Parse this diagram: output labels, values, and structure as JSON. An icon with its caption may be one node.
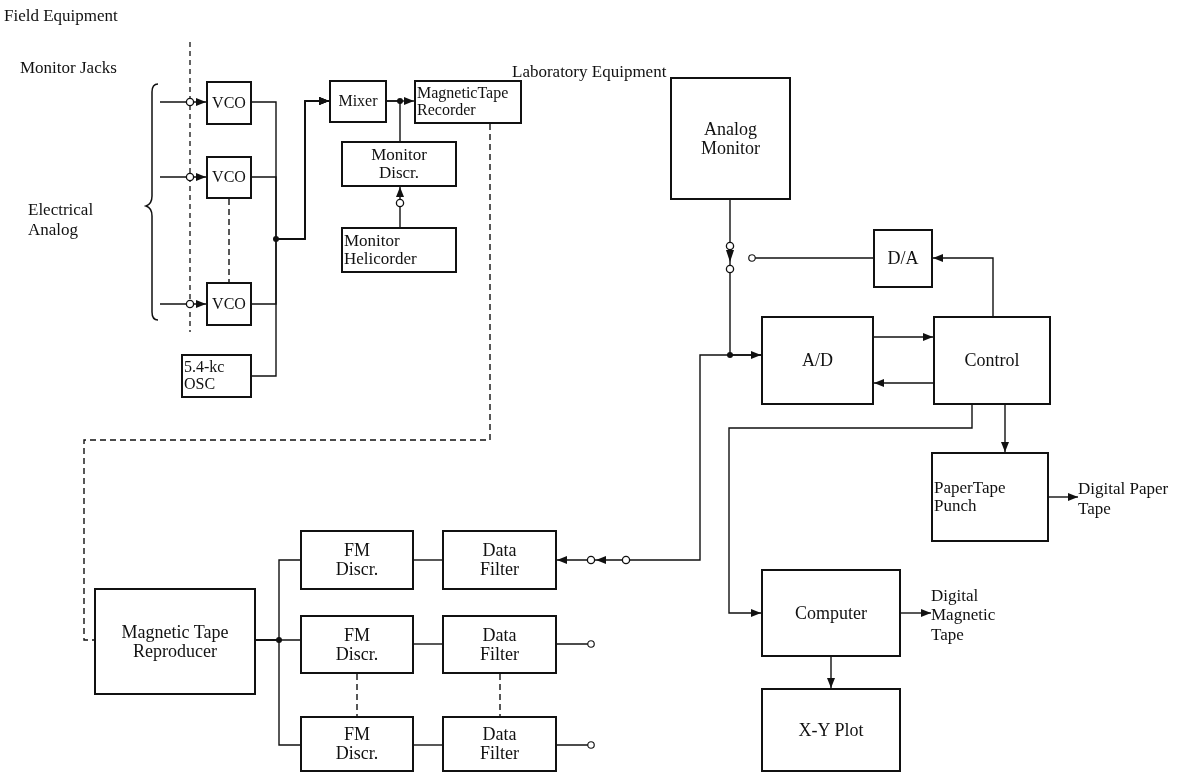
{
  "diagram": {
    "nodes": [
      {
        "text": [
          "VCO"
        ]
      },
      {
        "text": [
          "VCO"
        ]
      },
      {
        "text": [
          "VCO"
        ]
      },
      {
        "text": [
          "5.4-kc OSC"
        ]
      },
      {
        "text": [
          "Mixer"
        ]
      },
      {
        "text": [
          "MagneticTape Recorder"
        ]
      },
      {
        "text": [
          "Monitor Discr."
        ]
      },
      {
        "text": [
          "Monitor Helicorder"
        ]
      },
      {
        "text": [
          "Analog Monitor"
        ]
      },
      {
        "text": [
          "D/A"
        ]
      },
      {
        "text": [
          "A/D"
        ]
      },
      {
        "text": [
          "Control"
        ]
      },
      {
        "text": [
          "PaperTape Punch"
        ]
      },
      {
        "text": [
          "Digital Paper Tape"
        ]
      },
      {
        "text": [
          "Computer"
        ]
      },
      {
        "text": [
          "Digital Magnetic Tape"
        ]
      },
      {
        "text": [
          "X-Y Plot"
        ]
      },
      {
        "text": [
          "Magnetic Tape Reproducer"
        ]
      },
      {
        "text": [
          "FM Discr."
        ]
      },
      {
        "text": [
          "Data Filter"
        ]
      },
      {
        "text": [
          "FM Discr."
        ]
      },
      {
        "text": [
          "Data Filter"
        ]
      },
      {
        "text": [
          "FM Discr."
        ]
      },
      {
        "text": [
          "Data Filter"
        ]
      }
    ],
    "edges": [
      {
        "from": null,
        "to": 0,
        "arrow": "to"
      },
      {
        "from": null,
        "to": 1,
        "arrow": "to"
      },
      {
        "from": null,
        "to": 2,
        "arrow": "to"
      },
      {
        "from": 0,
        "to": 4,
        "arrow": "to"
      },
      {
        "from": 1,
        "to": 4,
        "arrow": "to"
      },
      {
        "from": 2,
        "to": 4,
        "arrow": "to"
      },
      {
        "from": 3,
        "to": 4,
        "arrow": "to"
      },
      {
        "from": 4,
        "to": 5,
        "arrow": "to"
      },
      {
        "from": 4,
        "to": 6,
        "arrow": "none"
      },
      {
        "from": 7,
        "to": 6,
        "arrow": "to"
      },
      {
        "from": 5,
        "to": 17,
        "arrow": "none",
        "style": "dashed"
      },
      {
        "from": 17,
        "to": 18,
        "arrow": "none"
      },
      {
        "from": 17,
        "to": 20,
        "arrow": "none"
      },
      {
        "from": 17,
        "to": 22,
        "arrow": "none"
      },
      {
        "from": 18,
        "to": 19,
        "arrow": "none"
      },
      {
        "from": 20,
        "to": 21,
        "arrow": "none"
      },
      {
        "from": 22,
        "to": 23,
        "arrow": "none"
      },
      {
        "from": 10,
        "to": 19,
        "arrow": "to"
      },
      {
        "from": 21,
        "to": null,
        "arrow": "other"
      },
      {
        "from": 23,
        "to": null,
        "arrow": "other"
      },
      {
        "from": 8,
        "to": 10,
        "arrow": "to"
      },
      {
        "from": 9,
        "to": null,
        "arrow": "other"
      },
      {
        "from": 11,
        "to": 9,
        "arrow": "to"
      },
      {
        "from": 10,
        "to": 11,
        "arrow": "to"
      },
      {
        "from": 11,
        "to": 10,
        "arrow": "to"
      },
      {
        "from": 11,
        "to": 12,
        "arrow": "to"
      },
      {
        "from": 11,
        "to": 14,
        "arrow": "to"
      },
      {
        "from": 12,
        "to": 13,
        "arrow": "to"
      },
      {
        "from": 14,
        "to": 15,
        "arrow": "to"
      },
      {
        "from": 14,
        "to": 16,
        "arrow": "to"
      },
      {
        "from": 1,
        "to": 2,
        "arrow": "none",
        "style": "dashed"
      },
      {
        "from": 20,
        "to": 22,
        "arrow": "none",
        "style": "dashed"
      },
      {
        "from": 21,
        "to": 23,
        "arrow": "none",
        "style": "dashed"
      }
    ],
    "labels": [
      "Field Equipment",
      "Monitor Jacks",
      "Laboratory Equipment",
      "Electrical Analog"
    ]
  }
}
